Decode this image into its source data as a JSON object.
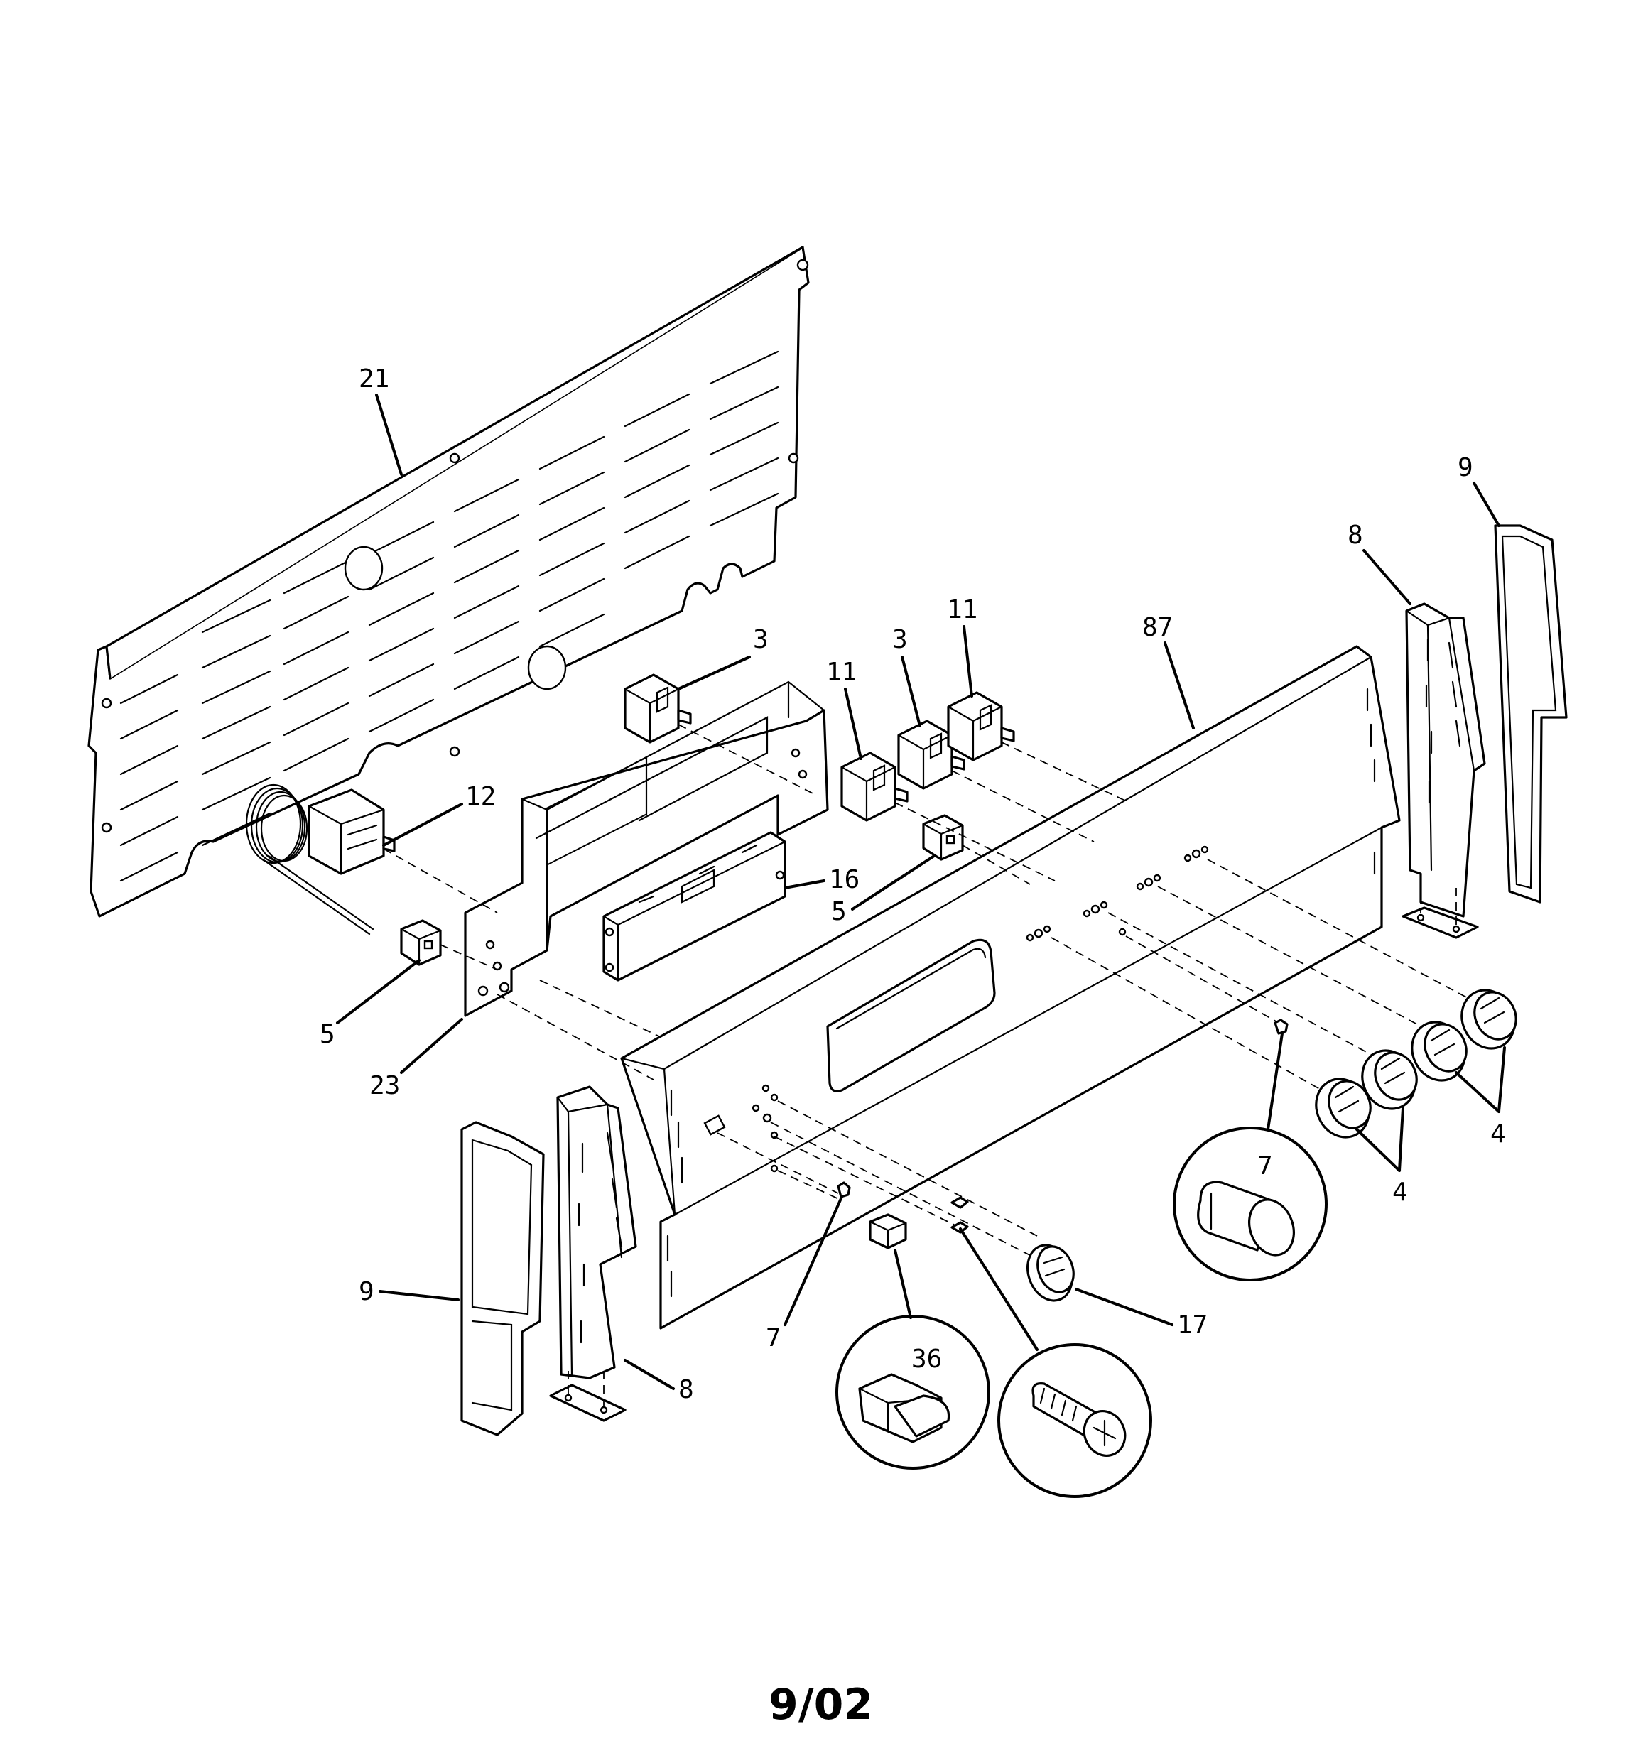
{
  "diagram": {
    "date_code": "9/02",
    "callouts": {
      "back_panel": "21",
      "switch_a": "3",
      "switch_b": "3",
      "switch_c": "11",
      "switch_d": "11",
      "bake_switch": "12",
      "control_board": "16",
      "lamp_switch_upper": "5",
      "lamp_switch_lower": "5",
      "bracket": "23",
      "control_panel": "87",
      "right_end_support": "8",
      "left_end_support": "8",
      "right_end_cap": "9",
      "left_end_cap": "9",
      "knobs_upper": "4",
      "knobs_lower": "4",
      "spacer_detail": "7",
      "spacer_small": "7",
      "knob_small": "17",
      "rocker_switch": "36"
    }
  }
}
